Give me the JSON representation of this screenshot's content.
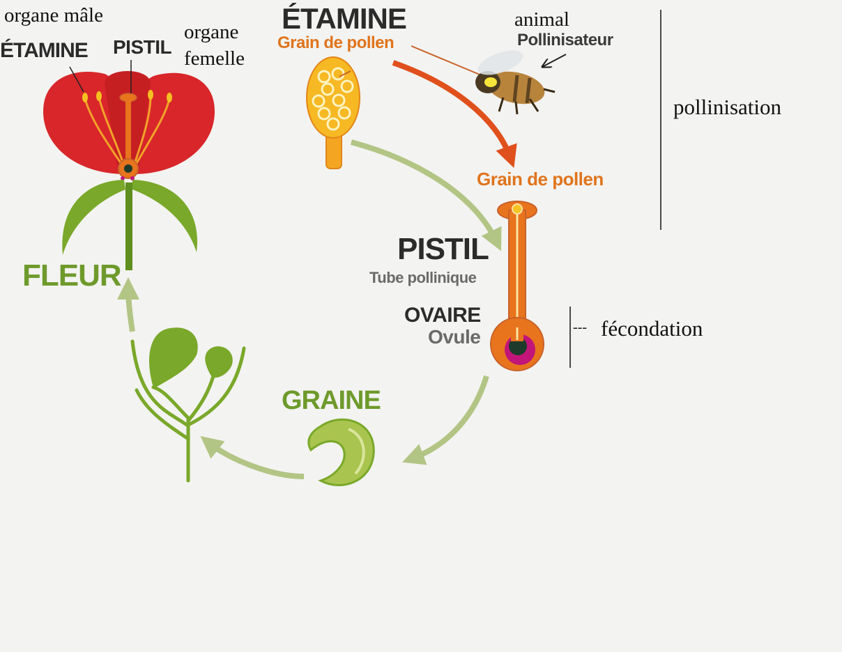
{
  "colors": {
    "background": "#f3f3f1",
    "petal_red": "#d8262a",
    "leaf_green": "#7aa82a",
    "stem_green": "#5f8f1e",
    "pale_green": "#b3c585",
    "orange": "#e8741e",
    "orange_red": "#e0501c",
    "pollen_yellow": "#f5b820",
    "brown_orange": "#c8622a",
    "ovule_magenta": "#c1157a",
    "ovule_dark": "#1e3a2a",
    "dark_text": "#2b2b2b",
    "grey_text": "#6a6a6a",
    "green_text": "#6e9a2c"
  },
  "annotations": {
    "organe_male": "organe mâle",
    "organe_femelle_line1": "organe",
    "organe_femelle_line2": "femelle",
    "animal": "animal",
    "pollinisation": "pollinisation",
    "fecondation": "fécondation",
    "fecondation_dash": "---"
  },
  "flower": {
    "etamine_label": "ÉTAMINE",
    "pistil_label": "PISTIL",
    "fleur_label": "FLEUR"
  },
  "stamen_detail": {
    "title": "ÉTAMINE",
    "pollen_label": "Grain de pollen"
  },
  "bee": {
    "label": "Pollinisateur"
  },
  "pistil_detail": {
    "pollen_label": "Grain de pollen",
    "title": "PISTIL",
    "tube_label": "Tube pollinique",
    "ovaire_label": "OVAIRE",
    "ovule_label": "Ovule"
  },
  "seed": {
    "label": "GRAINE"
  },
  "icons": [
    "flower-icon",
    "stamen-icon",
    "bee-icon",
    "pistil-icon",
    "seed-icon",
    "seedling-icon",
    "cycle-arrow-icon"
  ]
}
